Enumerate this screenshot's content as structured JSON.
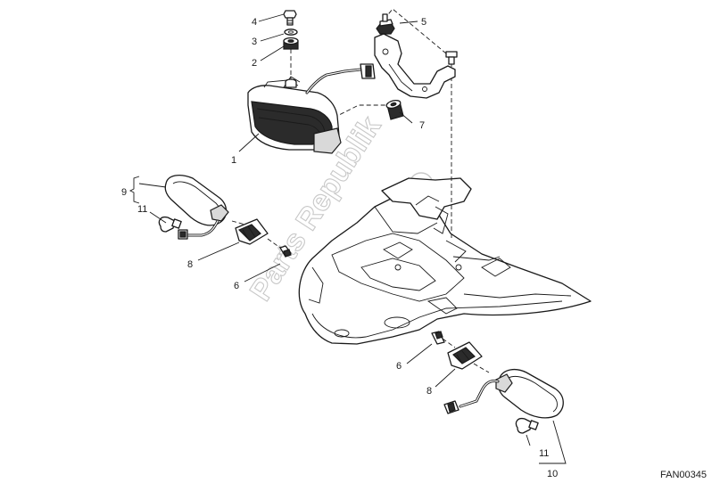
{
  "callouts": {
    "c1": "1",
    "c2": "2",
    "c3": "3",
    "c4": "4",
    "c5": "5",
    "c6a": "6",
    "c6b": "6",
    "c7": "7",
    "c8a": "8",
    "c8b": "8",
    "c9": "9",
    "c10": "10",
    "c11a": "11",
    "c11b": "11"
  },
  "drawing_code": "FAN00345",
  "watermark": "Parts Republik"
}
